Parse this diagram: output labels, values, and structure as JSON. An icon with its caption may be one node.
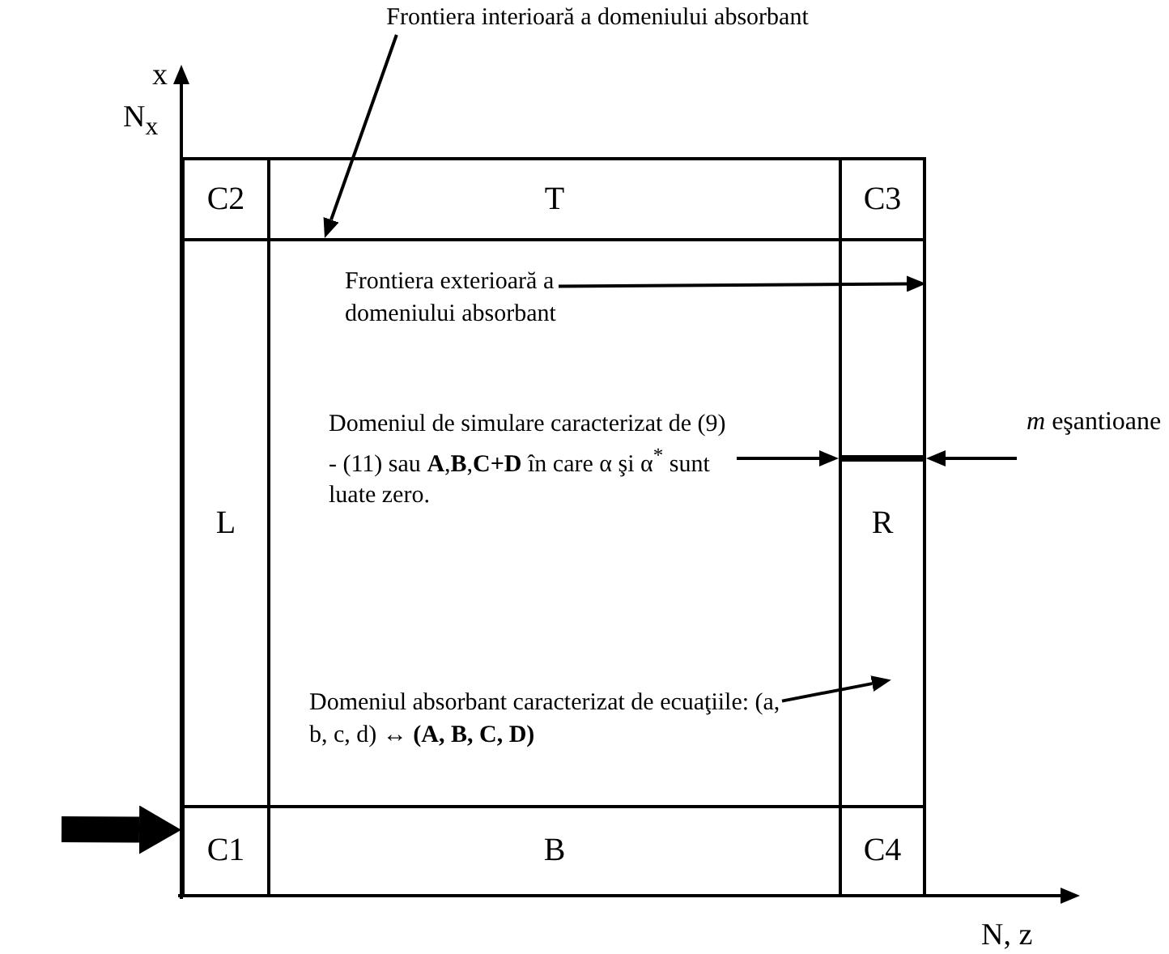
{
  "diagram": {
    "nodes": [
      {
        "text": [
          "Frontiera interioară a domeniului absorbant"
        ]
      },
      {
        "text": [
          "C2"
        ]
      },
      {
        "text": [
          "T"
        ]
      },
      {
        "text": [
          "C3"
        ]
      },
      {
        "text": [
          "L"
        ]
      },
      {
        "text": [
          "Domeniul de simulare caracterizat de (9) - (11) sau **A**,**B**,**C+D** în care α şi α$^{*}$ sunt luate zero."
        ]
      },
      {
        "text": [
          "Frontiera exterioară a domeniului absorbant"
        ],
        "in": 5
      },
      {
        "text": [
          "Domeniul absorbant caracterizat de ecuaţiile: (a, b, c, d) ↔ **(A, B, C, D)**"
        ],
        "in": 5
      },
      {
        "text": [
          "R"
        ]
      },
      {
        "text": [
          "C1"
        ]
      },
      {
        "text": [
          "B"
        ]
      },
      {
        "text": [
          "C4"
        ]
      }
    ],
    "edges": [
      {
        "from": 0,
        "to": 5,
        "arrow": "to"
      },
      {
        "from": 6,
        "to": 8,
        "arrow": "to"
      },
      {
        "from": 7,
        "to": 8,
        "arrow": "to"
      },
      {
        "from": null,
        "to": 9,
        "arrow": "to",
        "style": "thick"
      }
    ],
    "labels": [
      "x",
      "N$_{x}$",
      "*m* eşantioane",
      "N, z"
    ]
  }
}
